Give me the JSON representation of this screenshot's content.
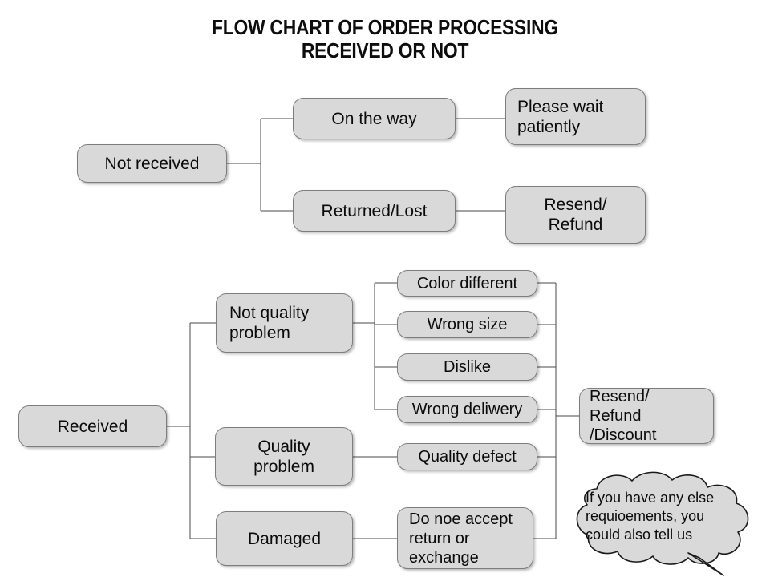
{
  "title": {
    "line1": "FLOW CHART OF ORDER PROCESSING",
    "line2": "RECEIVED OR NOT",
    "text": "FLOW CHART OF ORDER PROCESSING\nRECEIVED OR NOT"
  },
  "colors": {
    "box_fill": "#d9d9d9",
    "box_border": "#7d7d7d",
    "line": "#4a4a4a",
    "text": "#0a0a0a",
    "background": "#ffffff"
  },
  "branches": {
    "not_received": {
      "root_label": "Not received",
      "children": [
        {
          "label": "On the way",
          "outcome": "Please wait\npatiently"
        },
        {
          "label": "Returned/Lost",
          "outcome": "Resend/\nRefund"
        }
      ]
    },
    "received": {
      "root_label": "Received",
      "children": [
        {
          "label": "Not quality\nproblem",
          "reasons": [
            "Color different",
            "Wrong size",
            "Dislike",
            "Wrong deliwery"
          ]
        },
        {
          "label": "Quality\nproblem",
          "reasons": [
            "Quality defect"
          ]
        },
        {
          "label": "Damaged",
          "reasons": [
            "Do noe accept\nreturn or\nexchange"
          ]
        }
      ],
      "outcome": "Resend/ Refund\n/Discount"
    }
  },
  "callout": {
    "text": "If you have any else\nrequioements, you\ncould also tell us"
  }
}
